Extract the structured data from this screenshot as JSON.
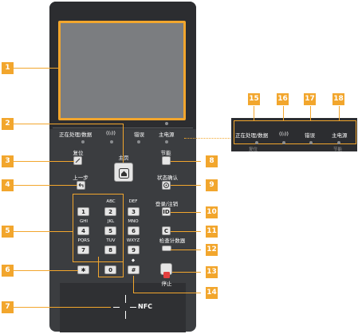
{
  "status": {
    "processing_data": "正在处理/数据",
    "wireless": "((ı))",
    "error": "错误",
    "main_power": "主电源"
  },
  "buttons": {
    "reset": "复位",
    "home": "主页",
    "back": "上一步",
    "energy_saver": "节能",
    "status_monitor": "状态确认",
    "login_logout": "登录/注销",
    "id_key": "ID",
    "clear_key": "C",
    "counter_check": "检查计数器",
    "stop": "停止",
    "star": "✱",
    "hash": "#",
    "hash_diamond": "◆",
    "zero": "0"
  },
  "keypad": [
    {
      "digit": "1",
      "letters": ""
    },
    {
      "digit": "2",
      "letters": "ABC"
    },
    {
      "digit": "3",
      "letters": "DEF"
    },
    {
      "digit": "4",
      "letters": "GHI"
    },
    {
      "digit": "5",
      "letters": "JKL"
    },
    {
      "digit": "6",
      "letters": "MNO"
    },
    {
      "digit": "7",
      "letters": "PQRS"
    },
    {
      "digit": "8",
      "letters": "TUV"
    },
    {
      "digit": "9",
      "letters": "WXYZ"
    }
  ],
  "nfc": "NFC",
  "inset": {
    "processing_data": "正在处理/数据",
    "wireless": "((ı))",
    "error": "错误",
    "main_power": "主电源",
    "reset_partial": "复位",
    "energy_partial": "节能"
  },
  "callouts": [
    "1",
    "2",
    "3",
    "4",
    "5",
    "6",
    "7",
    "8",
    "9",
    "10",
    "11",
    "12",
    "13",
    "14",
    "15",
    "16",
    "17",
    "18"
  ],
  "colors": {
    "accent": "#f2a62d",
    "panel": "#3b3d40",
    "screen": "#7b7d80"
  },
  "icons": {
    "reset": "reset-icon",
    "home": "home-icon",
    "back": "back-arrow-icon",
    "energy": "moon-icon",
    "status": "status-icon",
    "stop": "stop-icon"
  }
}
